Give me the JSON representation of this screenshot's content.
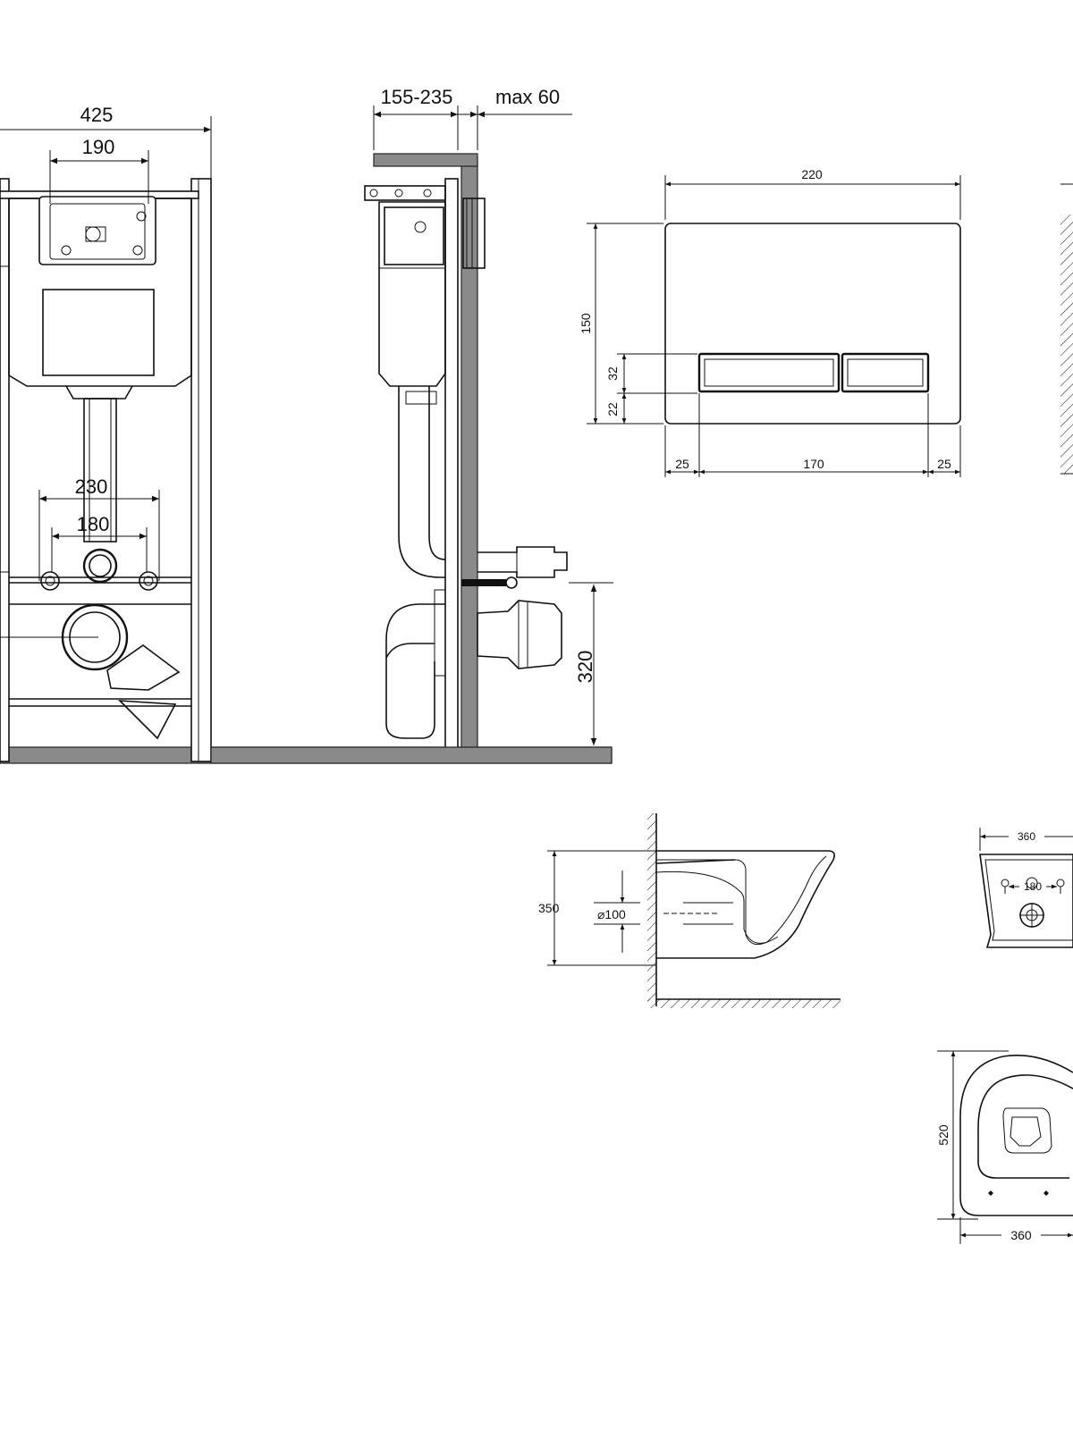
{
  "views": {
    "front": {
      "frame_width": "425",
      "button_frame_width": "190",
      "bracket_span_outer": "230",
      "bracket_span_inner": "180"
    },
    "side": {
      "wall_depth": "155-235",
      "max_depth": "max 60",
      "outlet_height": "320"
    },
    "flush_plate": {
      "width": "220",
      "height": "150",
      "button_height": "32",
      "button_bottom_offset": "22",
      "margin_left": "25",
      "button_span": "170",
      "margin_right": "25"
    },
    "bowl_side": {
      "height": "350",
      "outlet_diameter": "⌀100"
    },
    "bowl_back": {
      "width": "360",
      "bolt_spacing": "180"
    },
    "bowl_top": {
      "length": "520",
      "width": "360"
    }
  },
  "colors": {
    "line": "#111111",
    "wall_fill": "#8a8a8a",
    "background": "#ffffff"
  }
}
